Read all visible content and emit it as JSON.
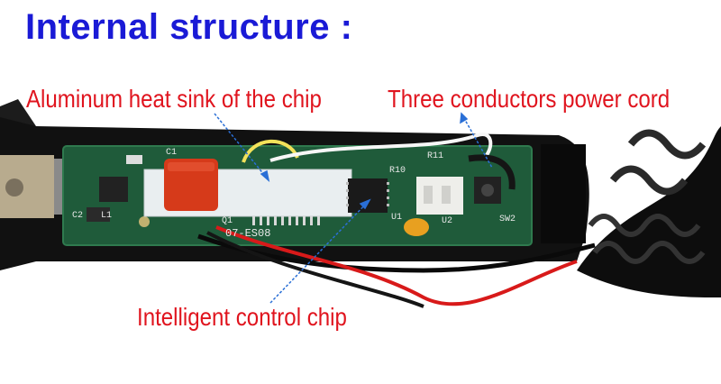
{
  "title": "Internal structure :",
  "labels": {
    "heat_sink": "Aluminum heat sink of the chip",
    "power_cord": "Three conductors power cord",
    "control_chip": "Intelligent control chip"
  },
  "board_markings": {
    "c1": "C1",
    "r10": "R10",
    "r11": "R11",
    "u1": "U1",
    "u2": "U2",
    "q1": "Q1",
    "c2": "C2",
    "l1": "L1",
    "sw2": "SW2",
    "model": "07-ES08"
  },
  "colors": {
    "title": "#1a1ad6",
    "label": "#e0141e",
    "pointer": "#2a6fd6",
    "pcb": "#1f5b3a",
    "housing": "#111111",
    "capacitor": "#d63a1a",
    "heat_sink": "#e9eef0"
  }
}
